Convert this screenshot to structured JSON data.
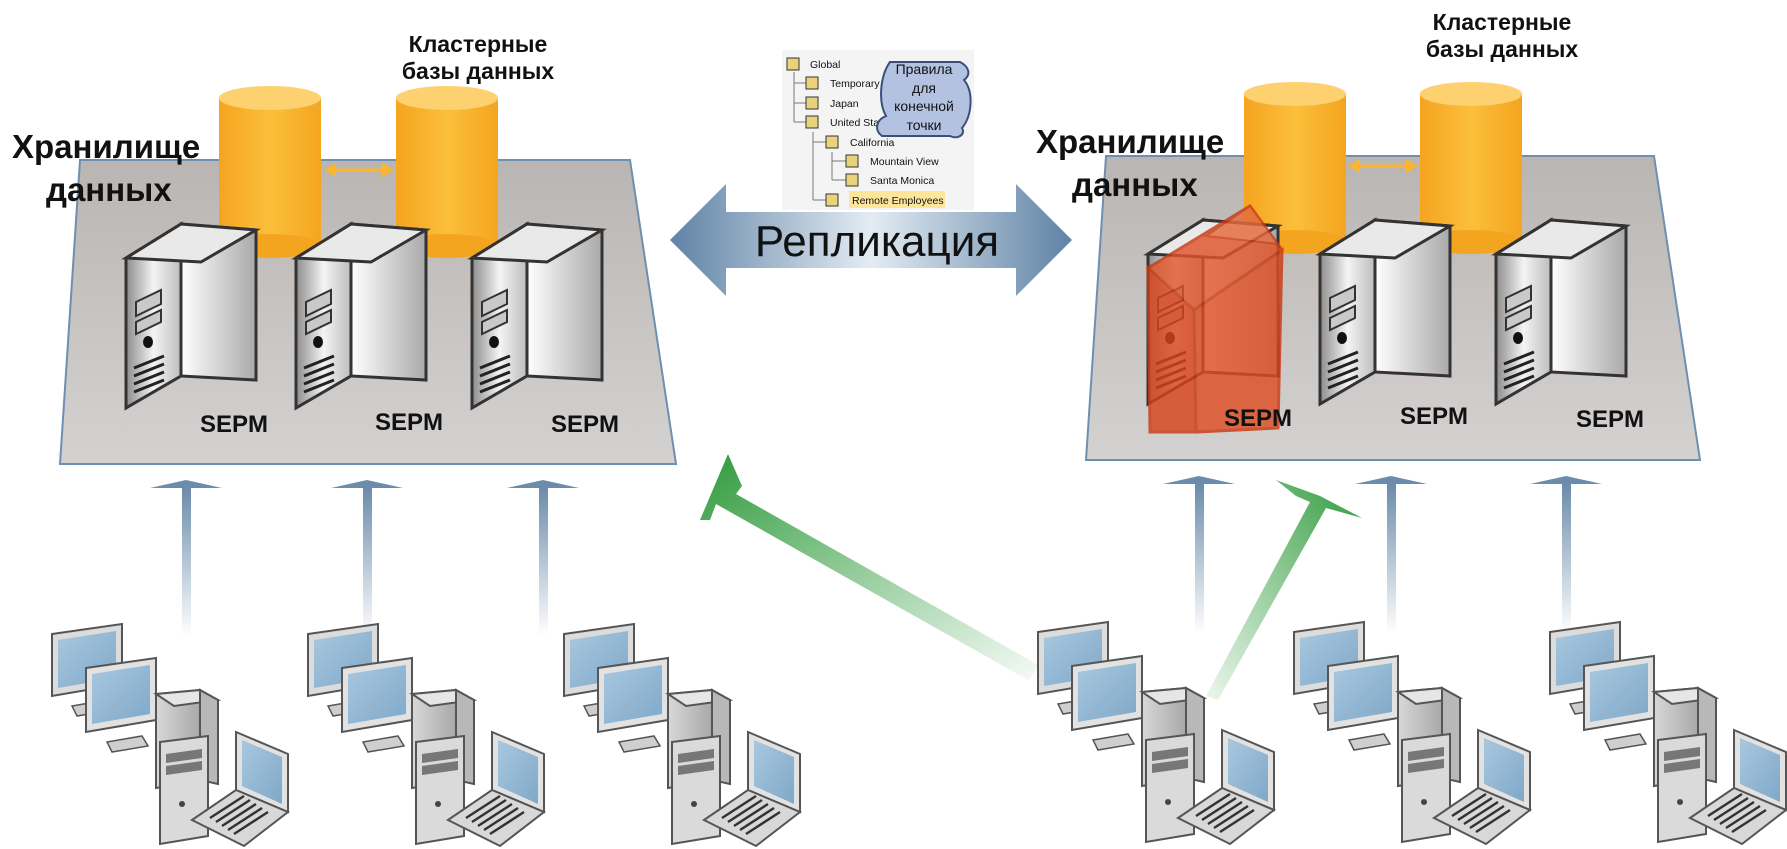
{
  "left_site": {
    "storage_label": [
      "Хранилище",
      "данных"
    ],
    "db_label": [
      "Кластерные",
      "базы данных"
    ],
    "servers": [
      "SEPM",
      "SEPM",
      "SEPM"
    ]
  },
  "right_site": {
    "storage_label": [
      "Хранилище",
      "данных"
    ],
    "db_label": [
      "Кластерные",
      "базы данных"
    ],
    "servers": [
      "SEPM",
      "SEPM",
      "SEPM"
    ],
    "failed_server_index": 0
  },
  "replication_label": "Репликация",
  "policy_tree": {
    "items": [
      "Global",
      "Temporary",
      "Japan",
      "United States",
      "California",
      "Mountain View",
      "Santa Monica",
      "Remote Employees"
    ],
    "highlighted": "Remote Employees"
  },
  "policy_label": [
    "Правила",
    "для",
    "конечной",
    "точки"
  ],
  "colors": {
    "database": "#fbb52e",
    "platform": "#c8c6c4",
    "failed": "#d9441c",
    "uplink": "#7a9ab8",
    "failover_link": "#3ea44a",
    "replication_arrow": "#6d8fb0"
  }
}
